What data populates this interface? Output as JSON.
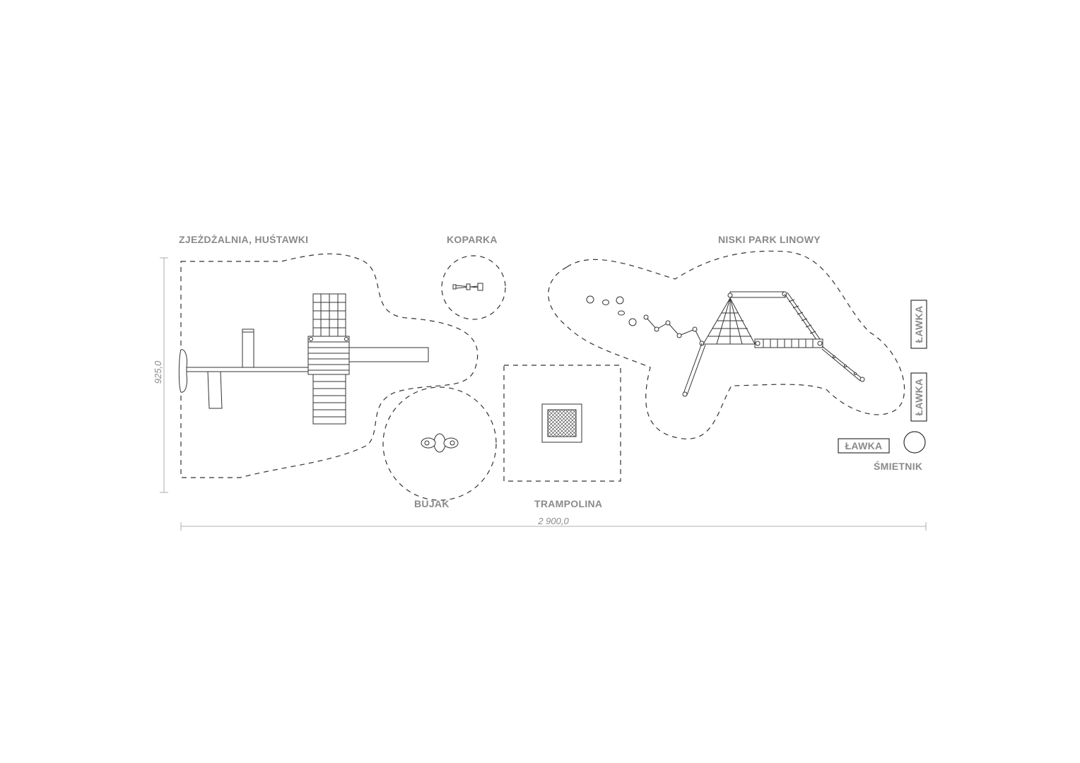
{
  "zones": {
    "slide_swings": "ZJEŻDŻALNIA, HUŚTAWKI",
    "excavator": "KOPARKA",
    "rope_park": "NISKI PARK LINOWY",
    "rocker": "BUJAK",
    "trampoline": "TRAMPOLINA"
  },
  "furniture": {
    "bench_1": "ŁAWKA",
    "bench_2": "ŁAWKA",
    "bench_3": "ŁAWKA",
    "bin": "ŚMIETNIK"
  },
  "dimensions": {
    "width": "2 900,0",
    "height": "925,0"
  }
}
